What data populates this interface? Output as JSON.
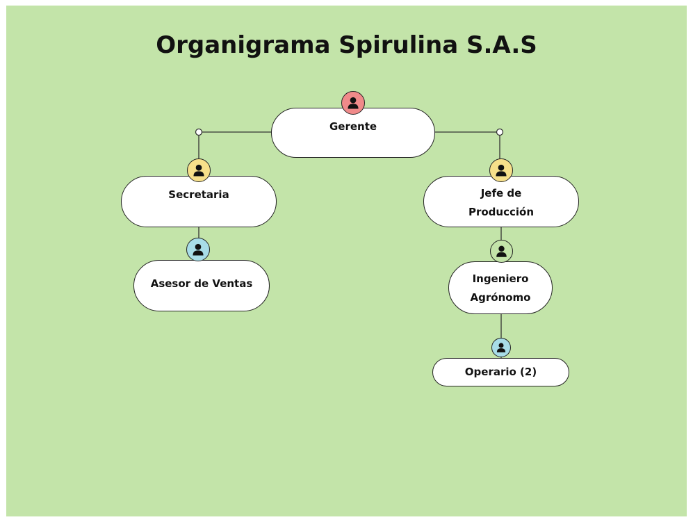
{
  "title": "Organigrama Spirulina S.A.S",
  "colors": {
    "background": "#c3e4a9",
    "gerente_avatar": "#f08a8a",
    "secretaria_avatar": "#f7e08a",
    "jefe_avatar": "#f7e08a",
    "asesor_avatar": "#a8dde8",
    "ingeniero_avatar": "#c3e4a9",
    "operario_avatar": "#a8dde8"
  },
  "nodes": {
    "gerente": {
      "label": "Gerente",
      "icon": "person-icon"
    },
    "secretaria": {
      "label": "Secretaria",
      "icon": "person-icon"
    },
    "jefe_produccion": {
      "line1": "Jefe de",
      "line2": "Producción",
      "icon": "person-icon"
    },
    "asesor_ventas": {
      "label": "Asesor de Ventas",
      "icon": "person-icon"
    },
    "ingeniero": {
      "line1": "Ingeniero",
      "line2": "Agrónomo",
      "icon": "person-icon"
    },
    "operario": {
      "label": "Operario (2)",
      "icon": "person-icon"
    }
  }
}
